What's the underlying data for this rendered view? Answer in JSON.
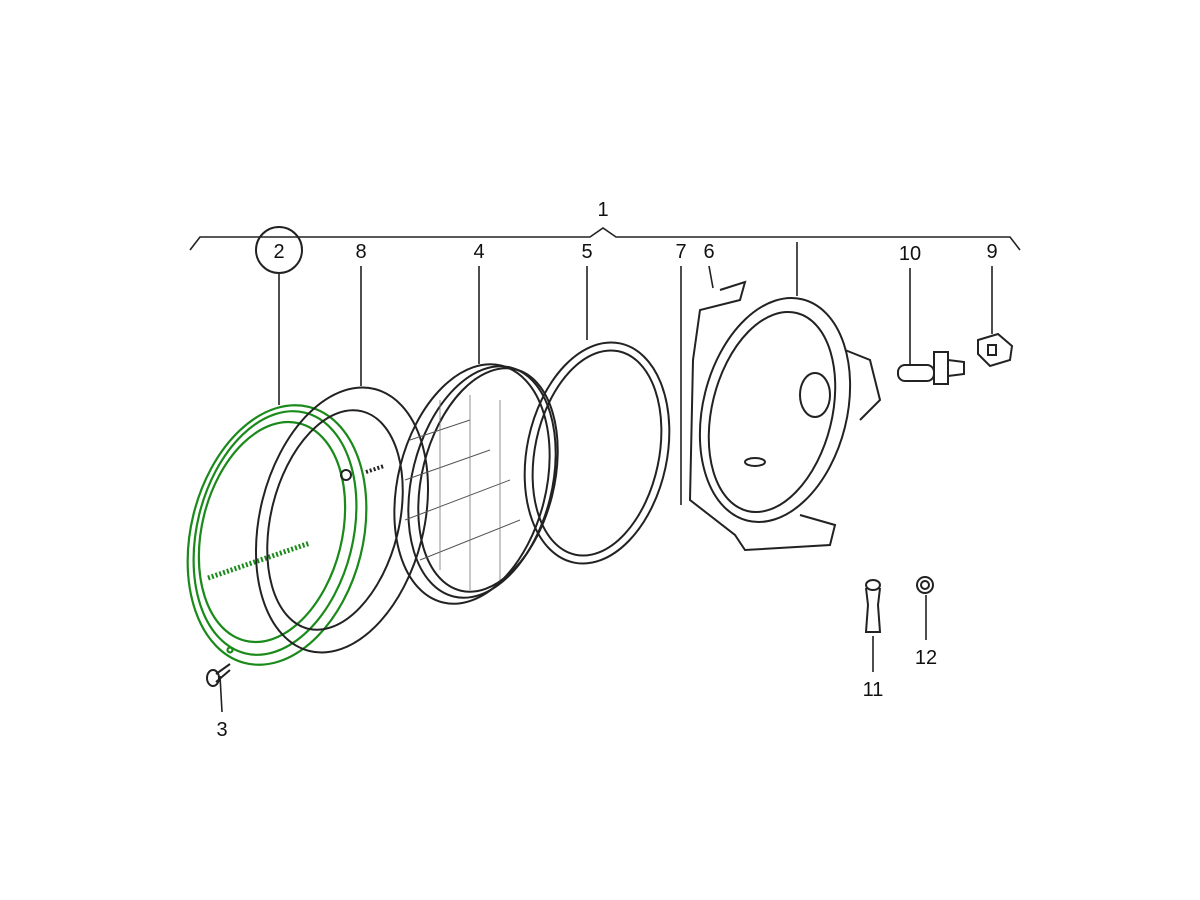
{
  "diagram": {
    "title": "Headlight assembly exploded view",
    "highlight_color": "#1a8a1a",
    "selected_part": "2",
    "labels": {
      "p1": "1",
      "p2": "2",
      "p3": "3",
      "p4": "4",
      "p5": "5",
      "p6": "6",
      "p7": "7",
      "p8": "8",
      "p9": "9",
      "p10": "10",
      "p11": "11",
      "p12": "12"
    }
  }
}
